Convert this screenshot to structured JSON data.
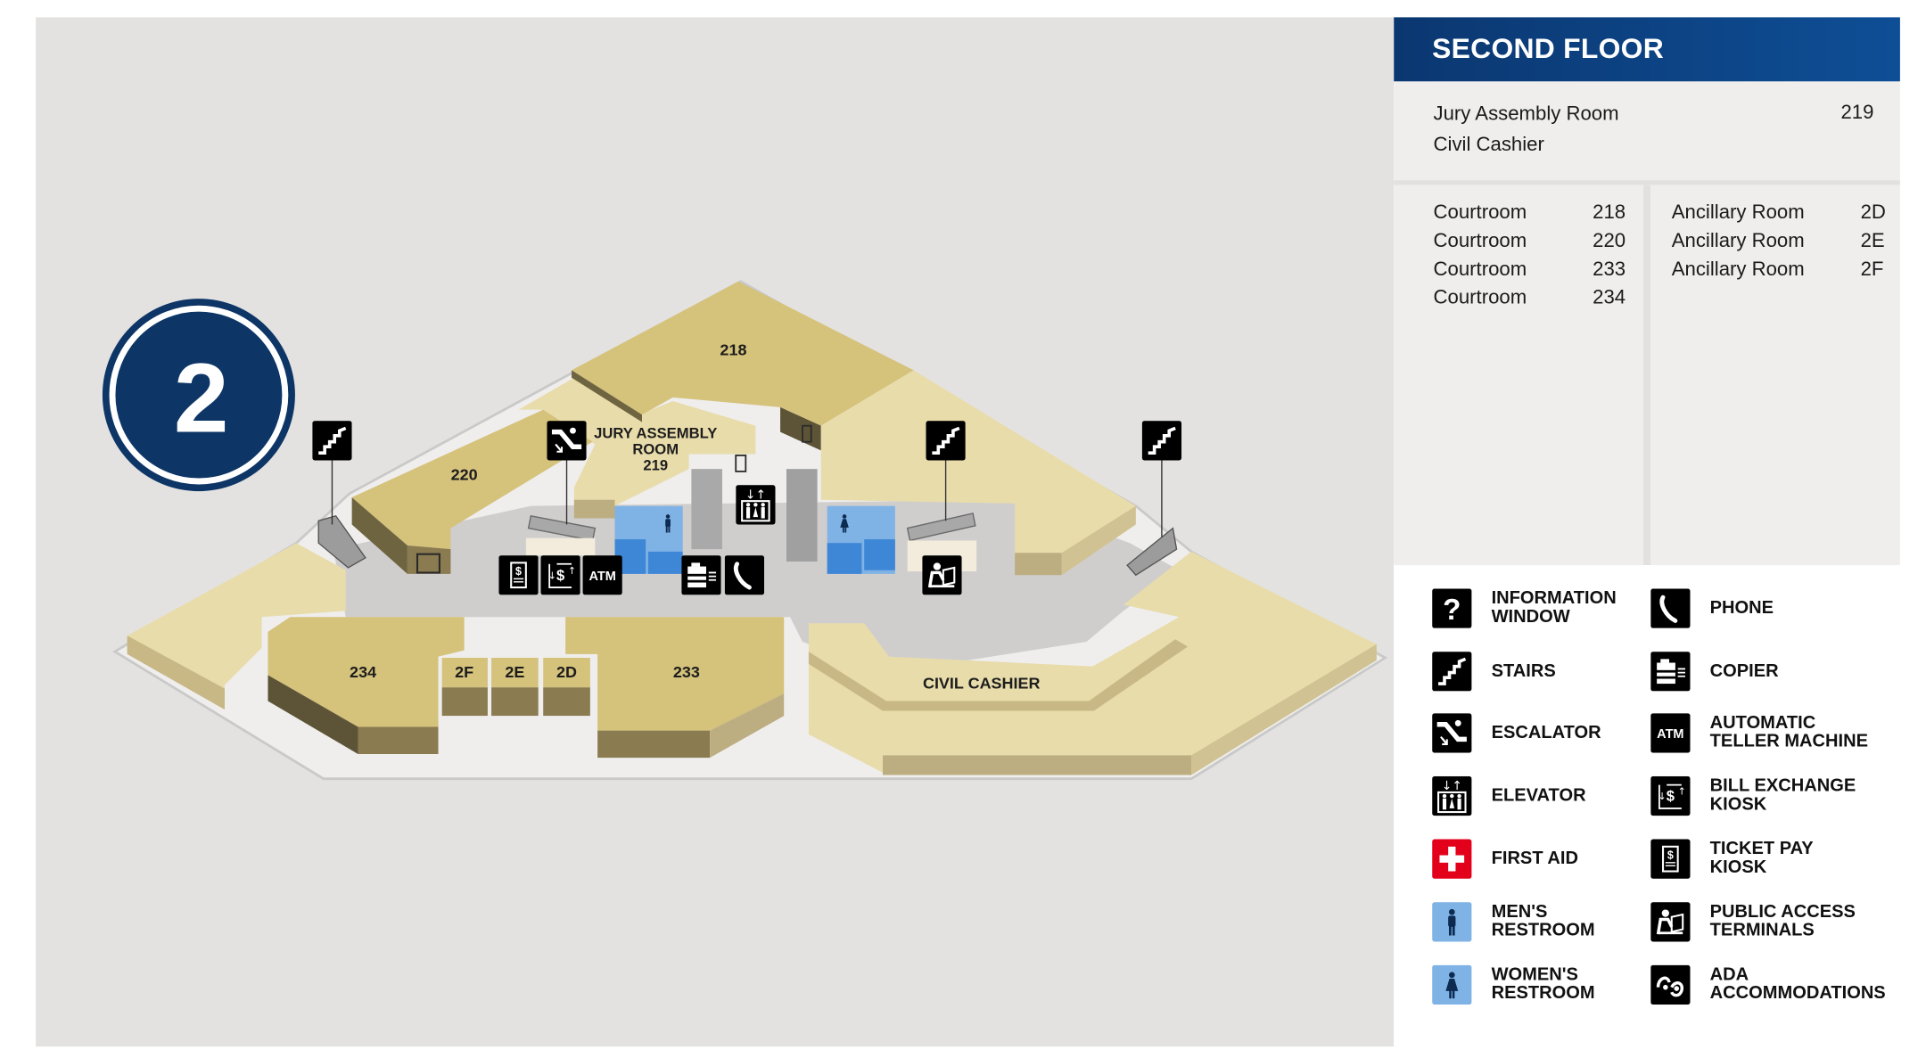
{
  "floor_badge": "2",
  "map_labels": {
    "room_218": "218",
    "room_220": "220",
    "jury_line1": "JURY ASSEMBLY",
    "jury_line2": "ROOM",
    "jury_line3": "219",
    "room_234": "234",
    "room_2f": "2F",
    "room_2e": "2E",
    "room_2d": "2D",
    "room_233": "233",
    "civil_cashier": "CIVIL CASHIER",
    "atm": "ATM"
  },
  "panel": {
    "title": "SECOND FLOOR",
    "featured": [
      {
        "name": "Jury Assembly Room",
        "number": "219"
      },
      {
        "name": "Civil Cashier",
        "number": ""
      }
    ],
    "courtrooms": [
      {
        "name": "Courtroom",
        "number": "218"
      },
      {
        "name": "Courtroom",
        "number": "220"
      },
      {
        "name": "Courtroom",
        "number": "233"
      },
      {
        "name": "Courtroom",
        "number": "234"
      }
    ],
    "ancillary": [
      {
        "name": "Ancillary Room",
        "number": "2D"
      },
      {
        "name": "Ancillary Room",
        "number": "2E"
      },
      {
        "name": "Ancillary Room",
        "number": "2F"
      }
    ]
  },
  "legend": {
    "left": [
      {
        "icon": "information-icon",
        "label": "INFORMATION\nWINDOW"
      },
      {
        "icon": "stairs-icon",
        "label": "STAIRS"
      },
      {
        "icon": "escalator-icon",
        "label": "ESCALATOR"
      },
      {
        "icon": "elevator-icon",
        "label": "ELEVATOR"
      },
      {
        "icon": "first-aid-icon",
        "label": "FIRST AID"
      },
      {
        "icon": "mens-restroom-icon",
        "label": "MEN'S\nRESTROOM"
      },
      {
        "icon": "womens-restroom-icon",
        "label": "WOMEN'S\nRESTROOM"
      }
    ],
    "right": [
      {
        "icon": "phone-icon",
        "label": "PHONE"
      },
      {
        "icon": "copier-icon",
        "label": "COPIER"
      },
      {
        "icon": "atm-icon",
        "label": "AUTOMATIC\nTELLER MACHINE"
      },
      {
        "icon": "bill-exchange-icon",
        "label": "BILL EXCHANGE\nKIOSK"
      },
      {
        "icon": "ticket-pay-icon",
        "label": "TICKET PAY\nKIOSK"
      },
      {
        "icon": "public-access-icon",
        "label": "PUBLIC ACCESS\nTERMINALS"
      },
      {
        "icon": "ada-icon",
        "label": "ADA\nACCOMMODATIONS"
      }
    ]
  },
  "colors": {
    "header_blue": "#0b3770",
    "badge_navy": "#0d3566",
    "room_tan": "#d5c27b",
    "room_light": "#e8dcab",
    "restroom_blue": "#7fb2e5",
    "first_aid_red": "#e2001a"
  }
}
